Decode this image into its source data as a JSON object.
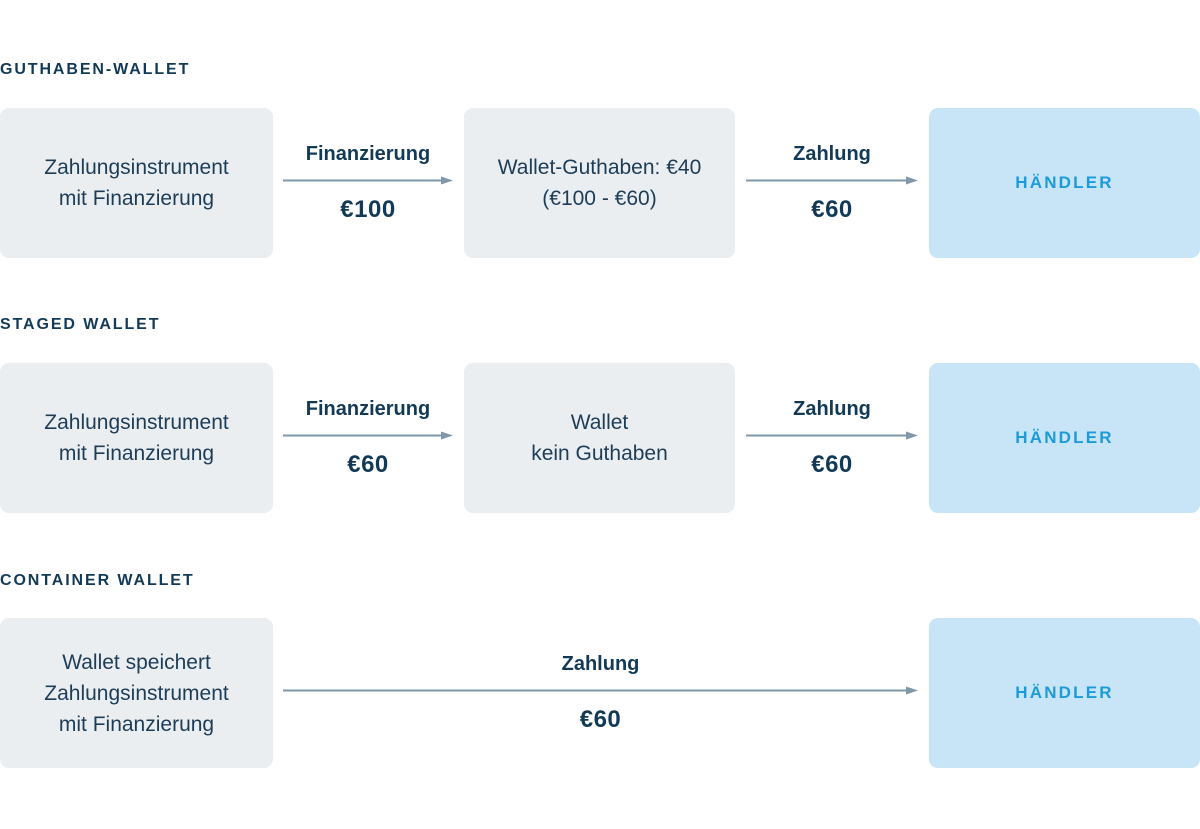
{
  "colors": {
    "box_grey": "#eaeef1",
    "box_blue": "#c7e5f7",
    "text_dark": "#1d3d57",
    "heading": "#123a56",
    "merchant_text": "#1c9bd8",
    "arrow": "#7e97a9",
    "background": "#ffffff"
  },
  "sections": [
    {
      "title": "GUTHABEN-WALLET",
      "source_box": {
        "lines": [
          "Zahlungsinstrument",
          "mit Finanzierung"
        ]
      },
      "arrow1": {
        "label": "Finanzierung",
        "amount": "€100"
      },
      "middle_box": {
        "lines": [
          "Wallet-Guthaben: €40",
          "(€100 - €60)"
        ]
      },
      "arrow2": {
        "label": "Zahlung",
        "amount": "€60"
      },
      "merchant_box": {
        "label": "HÄNDLER"
      }
    },
    {
      "title": "STAGED WALLET",
      "source_box": {
        "lines": [
          "Zahlungsinstrument",
          "mit Finanzierung"
        ]
      },
      "arrow1": {
        "label": "Finanzierung",
        "amount": "€60"
      },
      "middle_box": {
        "lines": [
          "Wallet",
          "kein Guthaben"
        ]
      },
      "arrow2": {
        "label": "Zahlung",
        "amount": "€60"
      },
      "merchant_box": {
        "label": "HÄNDLER"
      }
    },
    {
      "title": "CONTAINER WALLET",
      "source_box": {
        "lines": [
          "Wallet speichert",
          "Zahlungsinstrument",
          "mit Finanzierung"
        ]
      },
      "arrow1": {
        "label": "Zahlung",
        "amount": "€60"
      },
      "middle_box": null,
      "arrow2": null,
      "merchant_box": {
        "label": "HÄNDLER"
      }
    }
  ]
}
